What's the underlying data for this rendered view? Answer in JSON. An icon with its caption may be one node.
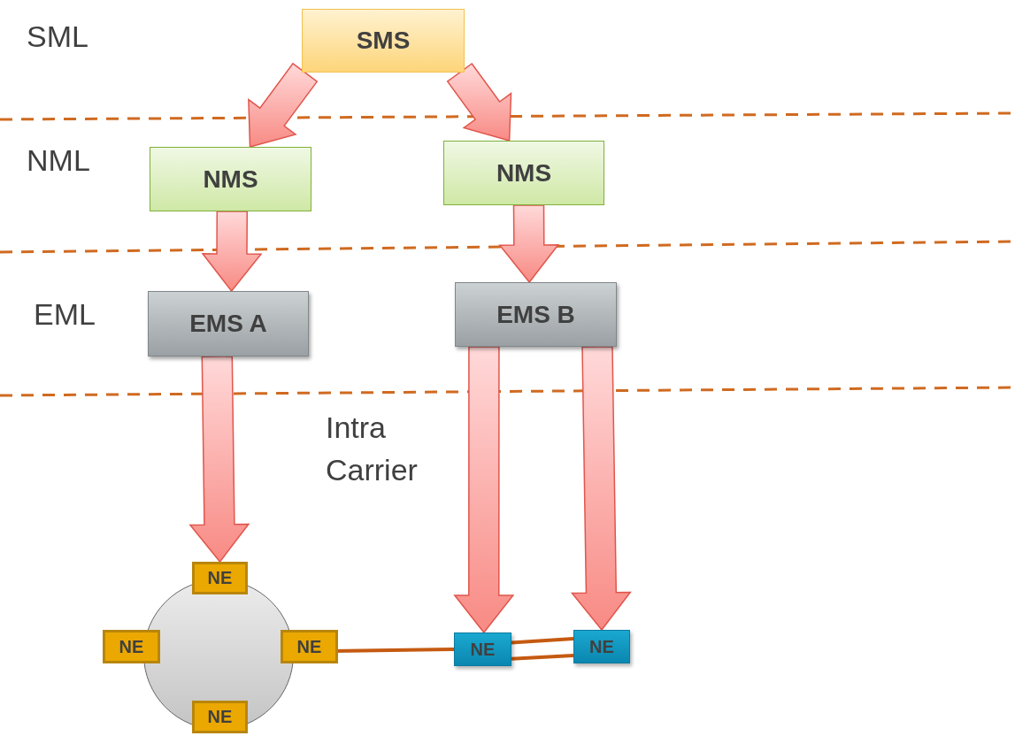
{
  "diagram": {
    "nodes": [
      {
        "text": [
          "SMS"
        ]
      },
      {
        "text": [
          "NMS"
        ]
      },
      {
        "text": [
          "NMS"
        ]
      },
      {
        "text": [
          "EMS A"
        ]
      },
      {
        "text": [
          "EMS B"
        ]
      },
      {
        "text": [],
        "shape": "circle"
      },
      {
        "text": [
          "NE"
        ]
      },
      {
        "text": [
          "NE"
        ]
      },
      {
        "text": [
          "NE"
        ]
      },
      {
        "text": [
          "NE"
        ]
      },
      {
        "text": [
          "NE"
        ]
      },
      {
        "text": [
          "NE"
        ]
      }
    ],
    "edges": [
      {
        "from": 0,
        "to": 1,
        "arrow": "to",
        "style": "thick"
      },
      {
        "from": 0,
        "to": 2,
        "arrow": "to",
        "style": "thick"
      },
      {
        "from": 1,
        "to": 3,
        "arrow": "to",
        "style": "thick"
      },
      {
        "from": 2,
        "to": 4,
        "arrow": "to",
        "style": "thick"
      },
      {
        "from": 3,
        "to": 6,
        "arrow": "to",
        "style": "thick"
      },
      {
        "from": 4,
        "to": 10,
        "arrow": "to",
        "style": "thick"
      },
      {
        "from": 4,
        "to": 11,
        "arrow": "to",
        "style": "thick"
      },
      {
        "from": 8,
        "to": 10,
        "arrow": "none",
        "color": "#c55a11"
      },
      {
        "from": 10,
        "to": 11,
        "arrow": "none",
        "color": "#c55a11"
      },
      {
        "from": 10,
        "to": 11,
        "arrow": "none",
        "color": "#c55a11"
      }
    ],
    "labels": [
      "SML",
      "NML",
      "EML",
      "Intra Carrier"
    ]
  }
}
